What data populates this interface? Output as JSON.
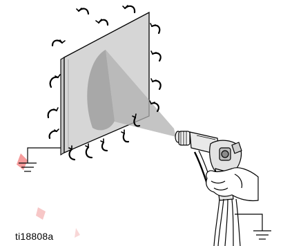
{
  "figure": {
    "caption": "ti18808a",
    "colors": {
      "outline": "#000000",
      "panel_face": "#d6d6d6",
      "panel_edge": "#bdbdbd",
      "spray_cone": "#a8a8a8",
      "spray_pattern": "#8f8f8f",
      "watermark": "#e64545"
    },
    "icons": [
      "ground-symbol",
      "curved-arrow",
      "spray-gun",
      "hand"
    ]
  }
}
